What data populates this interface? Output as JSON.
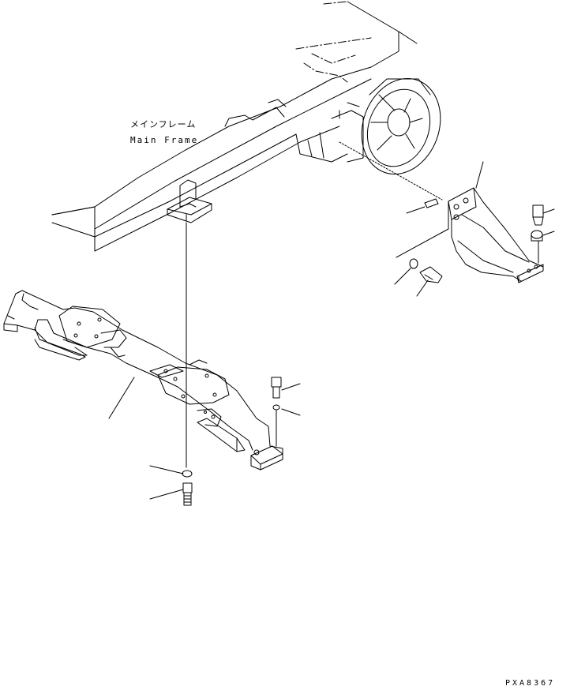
{
  "labels": {
    "main_frame_jp": "メインフレーム",
    "main_frame_en": "Main Frame",
    "drawing_code": "PXA8367"
  },
  "colors": {
    "line": "#000000",
    "background": "#ffffff"
  }
}
